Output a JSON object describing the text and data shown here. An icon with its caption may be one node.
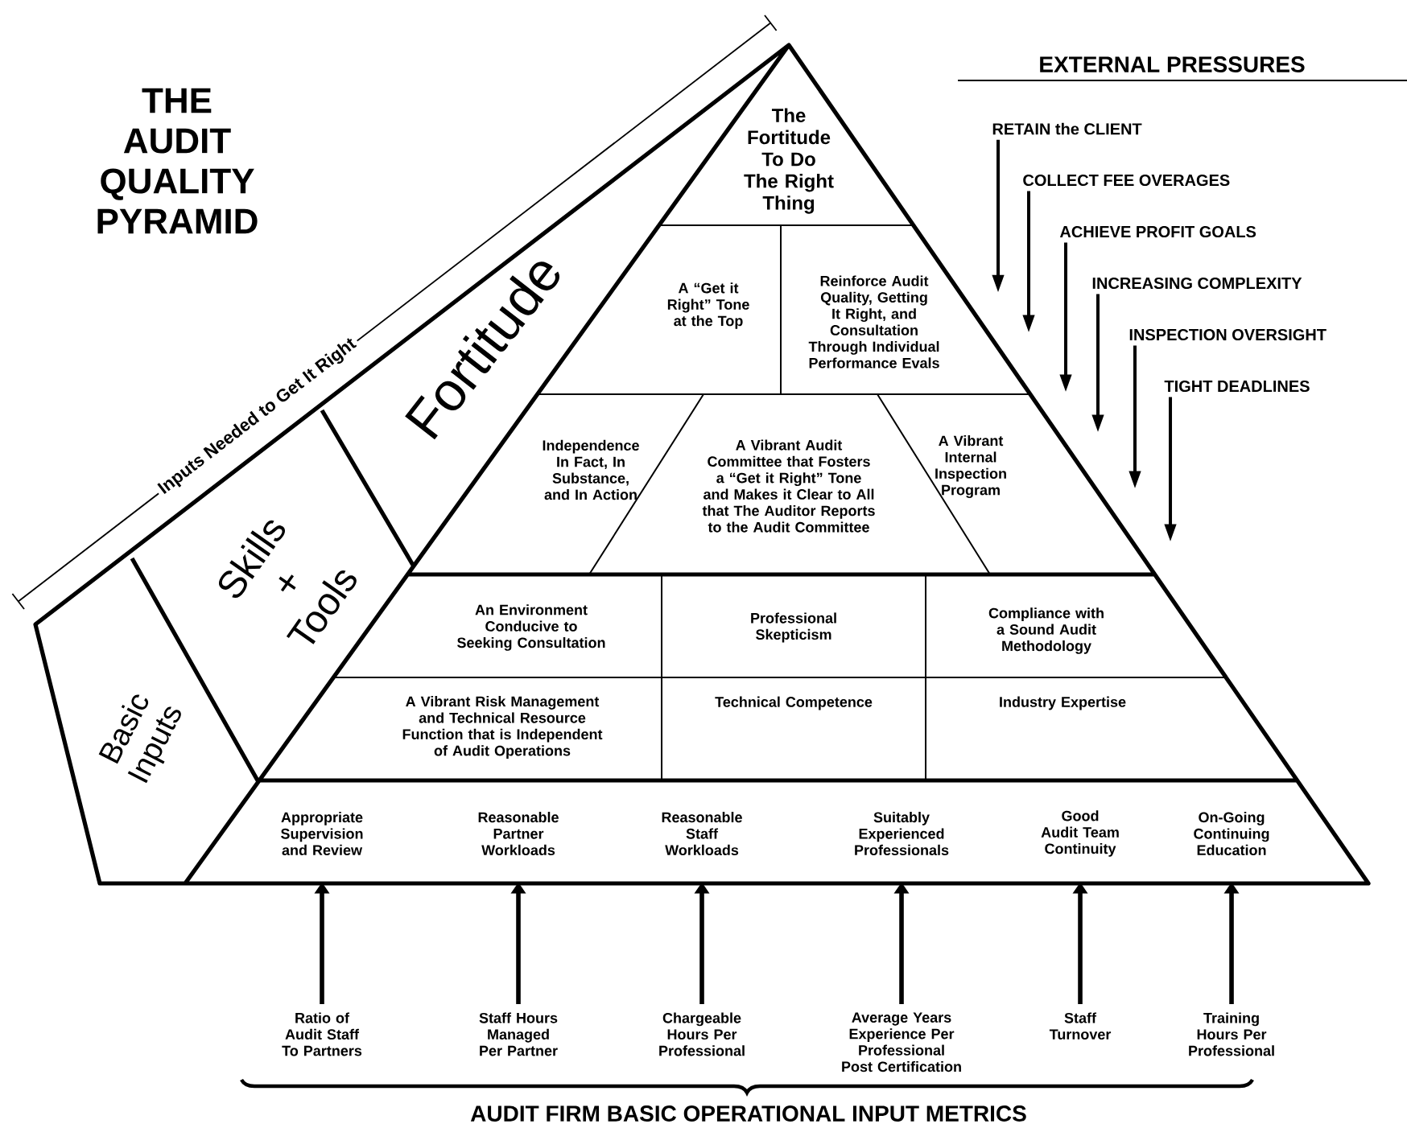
{
  "diagram": {
    "title": "THE AUDIT QUALITY PYRAMID",
    "nodes": [
      {
        "text": [
          "The Fortitude To Do The Right Thing"
        ]
      },
      {
        "text": [
          "A “Get it Right” Tone at the Top"
        ]
      },
      {
        "text": [
          "Reinforce Audit Quality, Getting It Right, and Consultation Through Individual Performance Evals"
        ]
      },
      {
        "text": [
          "Independence In Fact, In Substance, and In Action"
        ]
      },
      {
        "text": [
          "A Vibrant Audit Committee that Fosters a “Get it Right” Tone and Makes it Clear to All that The Auditor Reports to the Audit Committee"
        ]
      },
      {
        "text": [
          "A Vibrant Internal Inspection Program"
        ]
      },
      {
        "text": [
          "An Environment Conducive to Seeking Consultation"
        ]
      },
      {
        "text": [
          "Professional Skepticism"
        ]
      },
      {
        "text": [
          "Compliance with a Sound Audit Methodology"
        ]
      },
      {
        "text": [
          "A Vibrant Risk Management and Technical Resource Function that is Independent of Audit Operations"
        ]
      },
      {
        "text": [
          "Technical Competence"
        ]
      },
      {
        "text": [
          "Industry Expertise"
        ]
      },
      {
        "text": [
          "Appropriate Supervision and Review"
        ]
      },
      {
        "text": [
          "Reasonable Partner Workloads"
        ]
      },
      {
        "text": [
          "Reasonable Staff Workloads"
        ]
      },
      {
        "text": [
          "Suitably Experienced Professionals"
        ]
      },
      {
        "text": [
          "Good Audit Team Continuity"
        ]
      },
      {
        "text": [
          "On-Going Continuing Education"
        ]
      },
      {
        "text": [
          "Ratio of Audit Staff To Partners"
        ]
      },
      {
        "text": [
          "Staff Hours Managed Per Partner"
        ]
      },
      {
        "text": [
          "Chargeable Hours Per Professional"
        ]
      },
      {
        "text": [
          "Average Years Experience Per Professional Post Certification"
        ]
      },
      {
        "text": [
          "Staff Turnover"
        ]
      },
      {
        "text": [
          "Training Hours Per Professional"
        ]
      },
      {
        "text": [
          "Fortitude"
        ]
      },
      {
        "text": [
          "Skills + Tools"
        ]
      },
      {
        "text": [
          "Basic Inputs"
        ]
      },
      {
        "text": [
          "RETAIN the CLIENT"
        ]
      },
      {
        "text": [
          "COLLECT FEE OVERAGES"
        ]
      },
      {
        "text": [
          "ACHIEVE PROFIT GOALS"
        ]
      },
      {
        "text": [
          "INCREASING COMPLEXITY"
        ]
      },
      {
        "text": [
          "INSPECTION OVERSIGHT"
        ]
      },
      {
        "text": [
          "TIGHT DEADLINES"
        ]
      }
    ],
    "edges": [
      {
        "from": 18,
        "to": 12,
        "arrow": "to"
      },
      {
        "from": 19,
        "to": 13,
        "arrow": "to"
      },
      {
        "from": 20,
        "to": 14,
        "arrow": "to"
      },
      {
        "from": 21,
        "to": 15,
        "arrow": "to"
      },
      {
        "from": 22,
        "to": 16,
        "arrow": "to"
      },
      {
        "from": 23,
        "to": 17,
        "arrow": "to"
      },
      {
        "from": 27,
        "to": null,
        "arrow": "to"
      },
      {
        "from": 28,
        "to": null,
        "arrow": "to"
      },
      {
        "from": 29,
        "to": null,
        "arrow": "to"
      },
      {
        "from": 30,
        "to": null,
        "arrow": "to"
      },
      {
        "from": 31,
        "to": null,
        "arrow": "to"
      },
      {
        "from": 32,
        "to": null,
        "arrow": "to"
      }
    ],
    "labels": [
      "EXTERNAL PRESSURES",
      "Inputs Needed to Get It Right",
      "AUDIT FIRM BASIC OPERATIONAL INPUT METRICS"
    ]
  }
}
